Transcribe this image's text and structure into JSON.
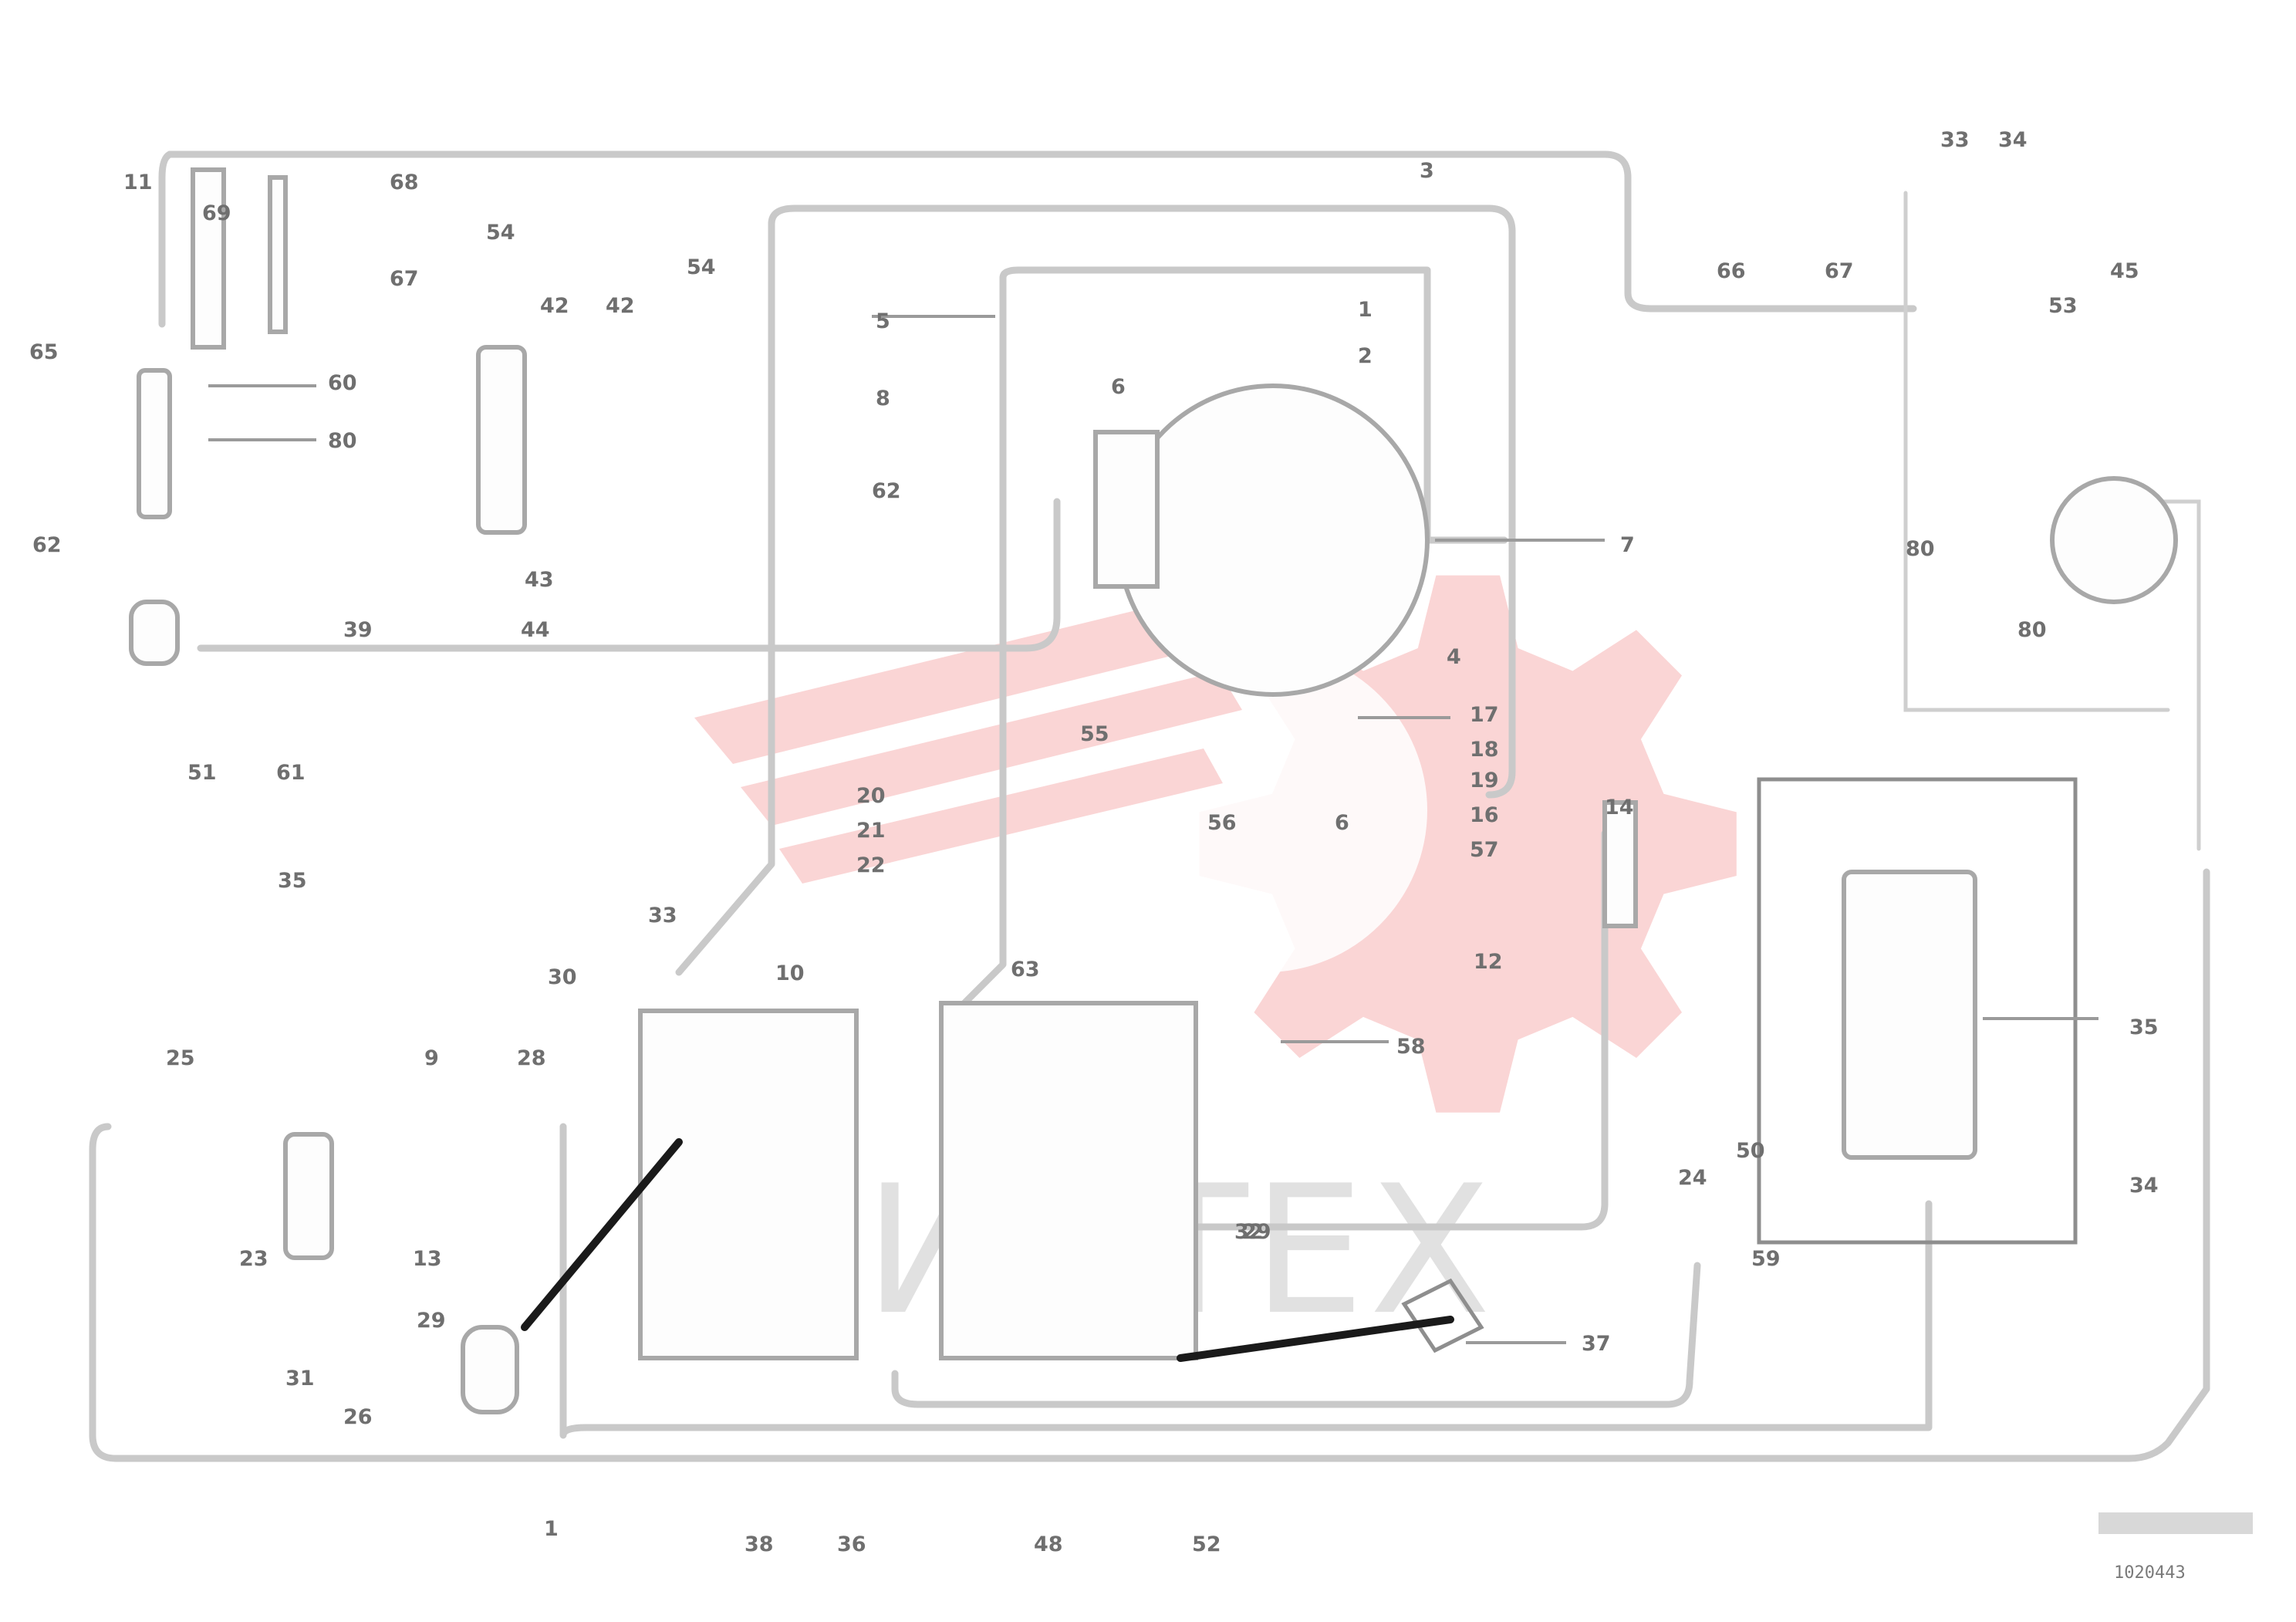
{
  "watermark": {
    "text": "ИНТЕХ",
    "color": "#f4a6a6"
  },
  "reference_code": "1020443",
  "callouts": [
    {
      "label": "11"
    },
    {
      "label": "68"
    },
    {
      "label": "67"
    },
    {
      "label": "69"
    },
    {
      "label": "65"
    },
    {
      "label": "60"
    },
    {
      "label": "80"
    },
    {
      "label": "62"
    },
    {
      "label": "54"
    },
    {
      "label": "42"
    },
    {
      "label": "42"
    },
    {
      "label": "43"
    },
    {
      "label": "44"
    },
    {
      "label": "39"
    },
    {
      "label": "51"
    },
    {
      "label": "61"
    },
    {
      "label": "54"
    },
    {
      "label": "8"
    },
    {
      "label": "5"
    },
    {
      "label": "6"
    },
    {
      "label": "1"
    },
    {
      "label": "2"
    },
    {
      "label": "3"
    },
    {
      "label": "62"
    },
    {
      "label": "7"
    },
    {
      "label": "4"
    },
    {
      "label": "66"
    },
    {
      "label": "67"
    },
    {
      "label": "33"
    },
    {
      "label": "34"
    },
    {
      "label": "45"
    },
    {
      "label": "53"
    },
    {
      "label": "80"
    },
    {
      "label": "80"
    },
    {
      "label": "55"
    },
    {
      "label": "17"
    },
    {
      "label": "18"
    },
    {
      "label": "19"
    },
    {
      "label": "16"
    },
    {
      "label": "57"
    },
    {
      "label": "56"
    },
    {
      "label": "6"
    },
    {
      "label": "20"
    },
    {
      "label": "21"
    },
    {
      "label": "22"
    },
    {
      "label": "14"
    },
    {
      "label": "12"
    },
    {
      "label": "58"
    },
    {
      "label": "35"
    },
    {
      "label": "33"
    },
    {
      "label": "30"
    },
    {
      "label": "10"
    },
    {
      "label": "25"
    },
    {
      "label": "9"
    },
    {
      "label": "28"
    },
    {
      "label": "63"
    },
    {
      "label": "23"
    },
    {
      "label": "13"
    },
    {
      "label": "31"
    },
    {
      "label": "29"
    },
    {
      "label": "32"
    },
    {
      "label": "29"
    },
    {
      "label": "26"
    },
    {
      "label": "24"
    },
    {
      "label": "59"
    },
    {
      "label": "34"
    },
    {
      "label": "35"
    },
    {
      "label": "38"
    },
    {
      "label": "36"
    },
    {
      "label": "48"
    },
    {
      "label": "52"
    },
    {
      "label": "37"
    },
    {
      "label": "50"
    },
    {
      "label": "1"
    }
  ]
}
